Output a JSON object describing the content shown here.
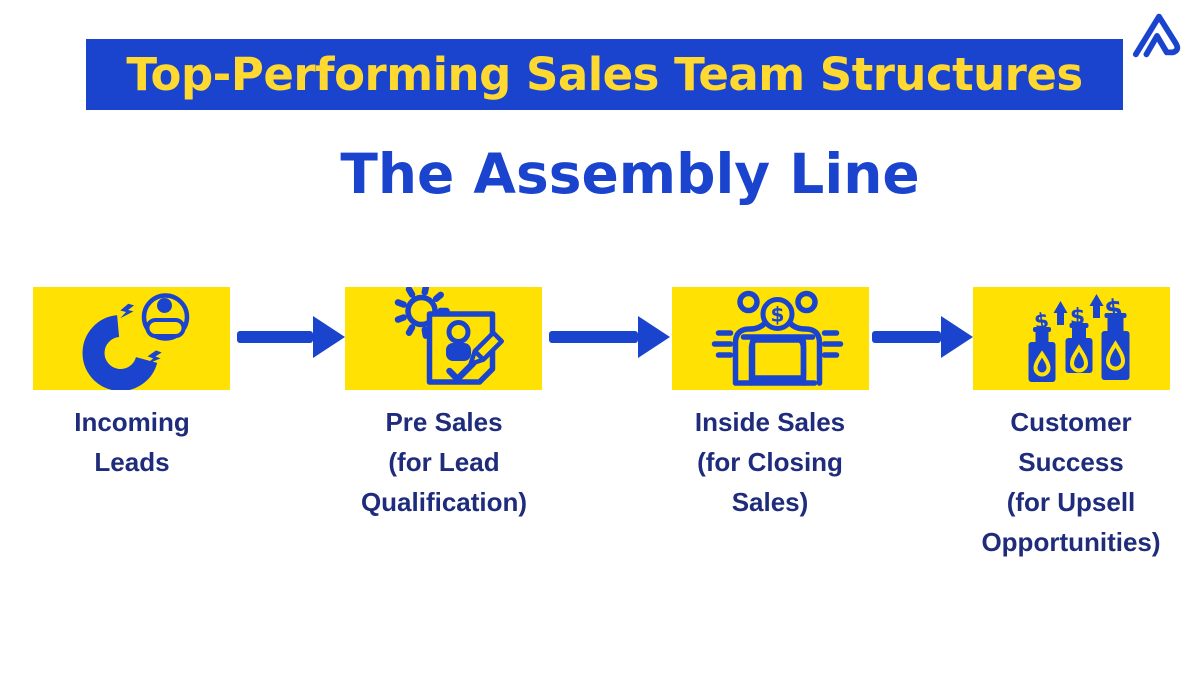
{
  "header": {
    "title": "Top-Performing Sales Team Structures",
    "subtitle": "The Assembly Line"
  },
  "logo": {
    "icon": "mountain-logo-icon"
  },
  "colors": {
    "primary_blue": "#1B44CE",
    "box_yellow": "#FFE204",
    "banner_text_yellow": "#FFD930",
    "label_navy": "#1F2C7C",
    "background": "#FFFFFF"
  },
  "flow": {
    "connector": "right-arrow",
    "glyphs": {
      "dollar": "$"
    },
    "steps": [
      {
        "label": "Incoming\nLeads",
        "icon": "lead-magnet-icon"
      },
      {
        "label": "Pre Sales\n(for Lead\nQualification)",
        "icon": "lead-qualification-document-icon"
      },
      {
        "label": "Inside Sales\n(for Closing\nSales)",
        "icon": "closing-sale-handover-icon"
      },
      {
        "label": "Customer\nSuccess\n(for Upsell\nOpportunities)",
        "icon": "upsell-products-icon"
      }
    ]
  }
}
